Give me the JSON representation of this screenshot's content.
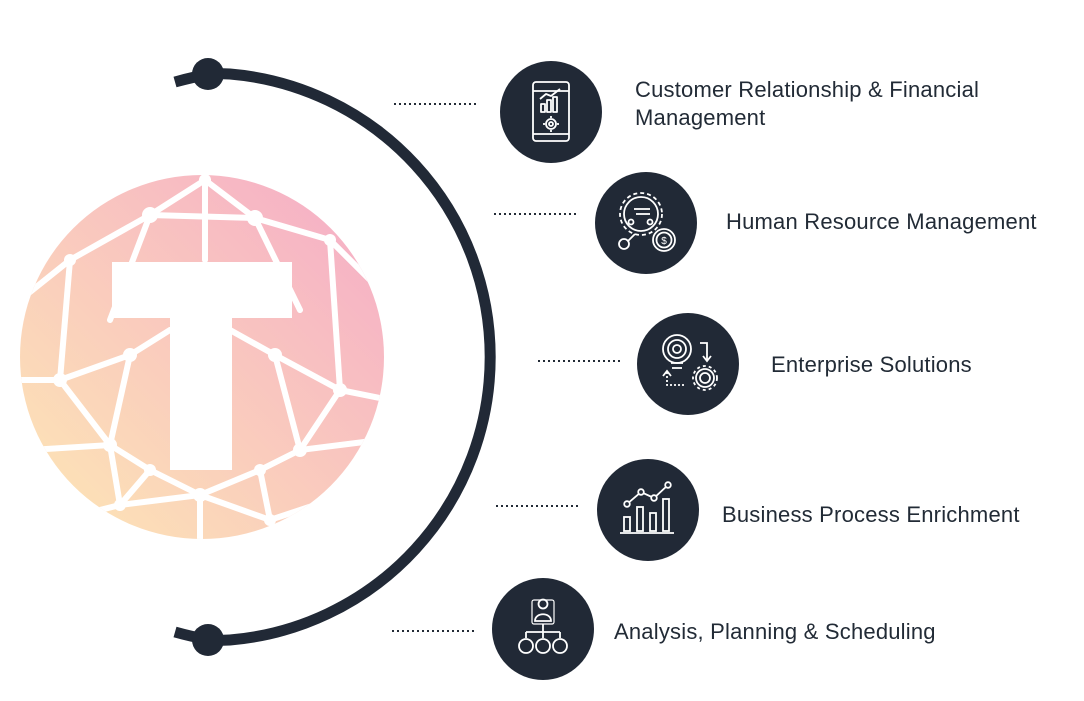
{
  "colors": {
    "dark": "#212936",
    "label": "#222b36",
    "dots": "#222b36",
    "logo_gradient": [
      "#fde8b4",
      "#f8c3c3",
      "#f5aec7"
    ]
  },
  "logo": {
    "icon": "t-network-logo-icon"
  },
  "items": [
    {
      "label": "Customer Relationship & Financial Management",
      "icon": "mobile-analytics-icon"
    },
    {
      "label": "Human Resource Management",
      "icon": "gear-network-dollar-icon"
    },
    {
      "label": "Enterprise Solutions",
      "icon": "idea-bulb-gear-icon"
    },
    {
      "label": "Business Process Enrichment",
      "icon": "growth-chart-icon"
    },
    {
      "label": "Analysis, Planning & Scheduling",
      "icon": "org-hierarchy-icon"
    }
  ]
}
